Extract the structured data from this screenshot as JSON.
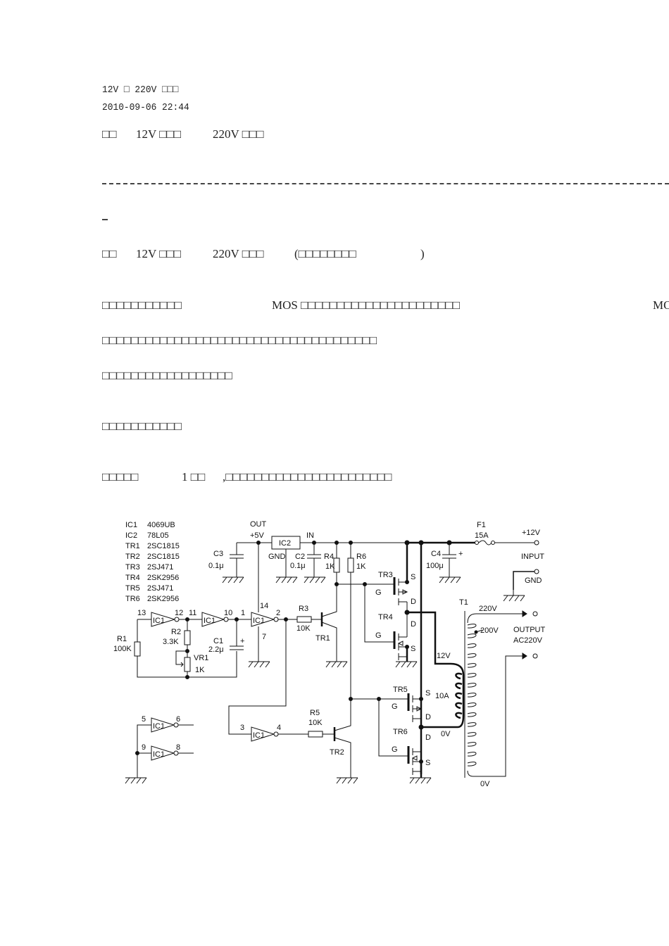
{
  "header": {
    "title": "12V □ 220V □□□",
    "timestamp": "2010-09-06 22:44"
  },
  "article": {
    "heading_1": [
      "□□",
      "12V □□□",
      "220V □□□"
    ],
    "separator_tail": "-",
    "heading_2": [
      "□□",
      "12V □□□",
      "220V □□□",
      "(□□□□□□□□",
      ")"
    ],
    "para_1_line_1": [
      "□□□□□□□□□□□",
      "MOS □□□□□□□□□□□□□□□□□□□□□□",
      "MOS"
    ],
    "para_1_line_2": "□□□□□□□□□□□□□□□□□□□□□□□□□□□□□□□□□□□□□□",
    "para_1_line_3": "□□□□□□□□□□□□□□□□□□",
    "para_2": "□□□□□□□□□□□",
    "para_3": [
      "□□□□□",
      "1 □□",
      ",□□□□□□□□□□□□□□□□□□□□□□□"
    ]
  },
  "schematic": {
    "parts_list": [
      {
        "ref": "IC1",
        "value": "4069UB"
      },
      {
        "ref": "IC2",
        "value": "78L05"
      },
      {
        "ref": "TR1",
        "value": "2SC1815"
      },
      {
        "ref": "TR2",
        "value": "2SC1815"
      },
      {
        "ref": "TR3",
        "value": "2SJ471"
      },
      {
        "ref": "TR4",
        "value": "2SK2956"
      },
      {
        "ref": "TR5",
        "value": "2SJ471"
      },
      {
        "ref": "TR6",
        "value": "2SK2956"
      }
    ],
    "labels": {
      "out": "OUT",
      "plus5v": "+5V",
      "ic2": "IC2",
      "gnd": "GND",
      "in": "IN",
      "c3": "C3",
      "c3_val": "0.1μ",
      "c2": "C2",
      "c2_val": "0.1μ",
      "r4": "R4",
      "r4_val": "1K",
      "r6": "R6",
      "r6_val": "1K",
      "c4": "C4",
      "c4_val": "100μ",
      "f1": "F1",
      "f1_val": "15A",
      "plus12v": "+12V",
      "input": "INPUT",
      "input_gnd": "GND",
      "tr3": "TR3",
      "tr4": "TR4",
      "tr5": "TR5",
      "tr6": "TR6",
      "g": "G",
      "s": "S",
      "d": "D",
      "t1": "T1",
      "v220": "220V",
      "v200": "200V",
      "output": "OUTPUT",
      "ac220v": "AC220V",
      "v12": "12V",
      "a10": "10A",
      "v0": "0V",
      "v0b": "0V",
      "r1": "R1",
      "r1_val": "100K",
      "r2": "R2",
      "r2_val": "3.3K",
      "vr1": "VR1",
      "vr1_val": "1K",
      "c1": "C1",
      "c1_val": "2.2μ",
      "r3": "R3",
      "r3_val": "10K",
      "r5": "R5",
      "r5_val": "10K",
      "tr1": "TR1",
      "tr2": "TR2",
      "ic1": "IC1",
      "plus": "+",
      "pin13": "13",
      "pin12": "12",
      "pin11": "11",
      "pin10": "10",
      "pin1": "1",
      "pin14": "14",
      "pin2": "2",
      "pin7": "7",
      "pin3": "3",
      "pin4": "4",
      "pin5": "5",
      "pin6": "6",
      "pin9": "9",
      "pin8": "8"
    }
  }
}
